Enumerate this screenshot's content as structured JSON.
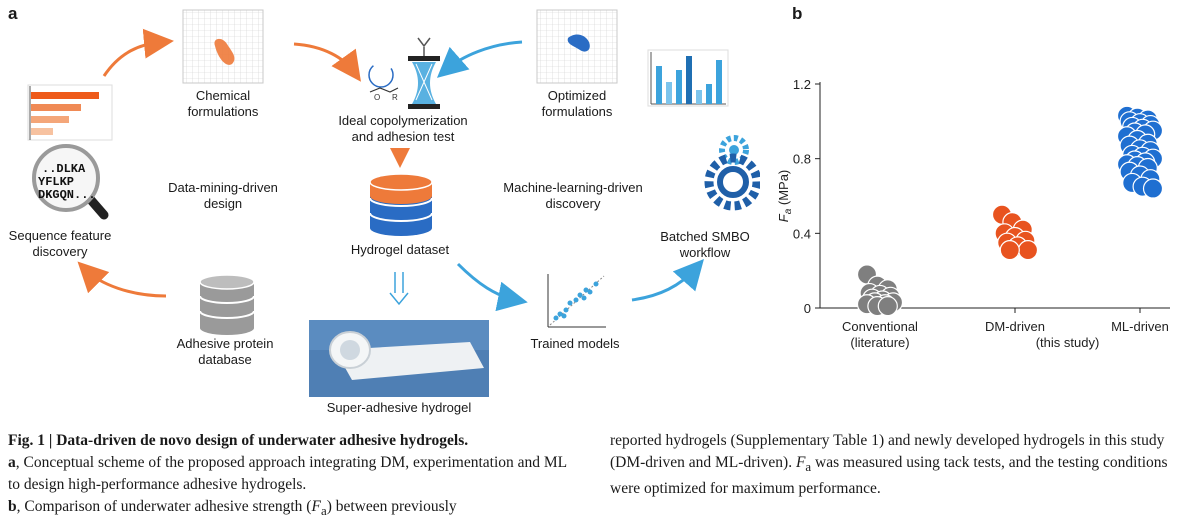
{
  "panel_a": {
    "label": "a",
    "sequence_text": [
      "DLKA",
      "YFLKP",
      "DKGQN"
    ],
    "nodes": {
      "chemical_formulations": "Chemical\nformulations",
      "ideal_copolymerization": "Ideal copolymerization\nand adhesion test",
      "optimized_formulations": "Optimized\nformulations",
      "sequence_feature_discovery": "Sequence feature\ndiscovery",
      "data_mining_design": "Data-mining-driven\ndesign",
      "hydrogel_dataset": "Hydrogel dataset",
      "ml_discovery": "Machine-learning-driven\ndiscovery",
      "batched_smbo": "Batched SMBO\nworkflow",
      "adhesive_protein_db": "Adhesive protein\ndatabase",
      "trained_models": "Trained models",
      "super_adhesive": "Super-adhesive hydrogel"
    },
    "colors": {
      "orange": "#ee7a3a",
      "blue": "#3ca3dc",
      "dark_blue": "#1f5fa8",
      "gray": "#9a9a9a"
    }
  },
  "panel_b": {
    "label": "b",
    "chart_data": {
      "type": "scatter",
      "ylabel": "Fa (MPa)",
      "ylim": [
        0,
        1.2
      ],
      "yticks": [
        "0",
        "0.4",
        "0.8",
        "1.2"
      ],
      "categories": [
        "Conventional\n(literature)",
        "DM-driven",
        "ML-driven"
      ],
      "group_note": "(this study)",
      "series": [
        {
          "category": "Conventional\n(literature)",
          "color": "#7f7f7f",
          "values": [
            0.18,
            0.12,
            0.1,
            0.08,
            0.07,
            0.06,
            0.05,
            0.04,
            0.03,
            0.03,
            0.02,
            0.02,
            0.01,
            0.01
          ]
        },
        {
          "category": "DM-driven",
          "color": "#e8531f",
          "values": [
            0.5,
            0.46,
            0.42,
            0.4,
            0.38,
            0.36,
            0.35,
            0.33,
            0.31,
            0.31
          ]
        },
        {
          "category": "ML-driven",
          "color": "#1f6fd1",
          "values": [
            1.03,
            1.02,
            1.01,
            1.0,
            0.99,
            0.98,
            0.97,
            0.96,
            0.95,
            0.94,
            0.93,
            0.92,
            0.9,
            0.88,
            0.87,
            0.85,
            0.84,
            0.82,
            0.81,
            0.8,
            0.79,
            0.78,
            0.77,
            0.76,
            0.75,
            0.73,
            0.71,
            0.69,
            0.67,
            0.65,
            0.64
          ]
        }
      ]
    }
  },
  "caption": {
    "fig_label": "Fig. 1 | Data-driven de novo design of underwater adhesive hydrogels.",
    "a_label": "a",
    "a_text": ", Conceptual scheme of the proposed approach integrating DM, experimentation and ML to design high-performance adhesive hydrogels.",
    "b_label": "b",
    "b_text_1": ", Comparison of underwater adhesive strength (",
    "fa_symbol": "F",
    "fa_sub": "a",
    "b_text_2": ") between previously",
    "col2_text_1": "reported hydrogels (Supplementary Table 1) and newly developed hydrogels in this study (DM-driven and ML-driven). ",
    "col2_text_2": " was measured using tack tests, and the testing conditions were optimized for maximum performance."
  }
}
